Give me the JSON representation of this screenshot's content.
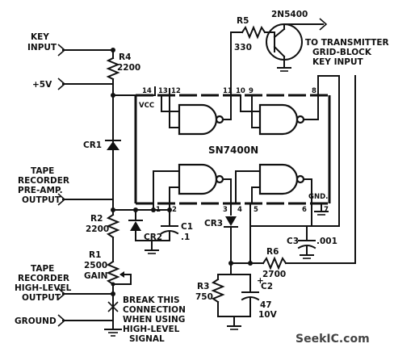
{
  "labels": {
    "key_input": [
      "KEY",
      "INPUT"
    ],
    "r4": [
      "R4",
      "2200"
    ],
    "plus5v": "+5V",
    "cr1": "CR1",
    "tape_preamp": [
      "TAPE",
      "RECORDER",
      "PRE-AMP.",
      "OUTPUT"
    ],
    "r2": [
      "R2",
      "2200"
    ],
    "r1": [
      "R1",
      "2500",
      "GAIN"
    ],
    "tape_highlevel": [
      "TAPE",
      "RECORDER",
      "HIGH-LEVEL",
      "OUTPUT"
    ],
    "ground": "GROUND",
    "break_note": [
      "BREAK THIS",
      "CONNECTION",
      "WHEN USING",
      "HIGH-LEVEL",
      "SIGNAL"
    ],
    "r5": [
      "R5",
      "330"
    ],
    "transistor": "2N5400",
    "to_transmitter": [
      "TO TRANSMITTER",
      "GRID-BLOCK",
      "KEY INPUT"
    ],
    "ic": "SN7400N",
    "vcc": "VCC",
    "gnd": "GND.",
    "cr2": "CR2",
    "c1": [
      "C1",
      ".1"
    ],
    "cr3": "CR3",
    "c3": [
      "C3",
      ".001"
    ],
    "r6": [
      "R6",
      "2700"
    ],
    "r3": [
      "R3",
      "750"
    ],
    "c2": [
      "C2",
      "47",
      "10V"
    ],
    "plus": "+",
    "pins": {
      "p14": "14",
      "p13": "13",
      "p12": "12",
      "p11": "11",
      "p10": "10",
      "p9": "9",
      "p8": "8",
      "p1": "1",
      "p2": "2",
      "p3": "3",
      "p4": "4",
      "p5": "5",
      "p6": "6",
      "p7": "7"
    },
    "watermark": "SeekIC.com"
  }
}
